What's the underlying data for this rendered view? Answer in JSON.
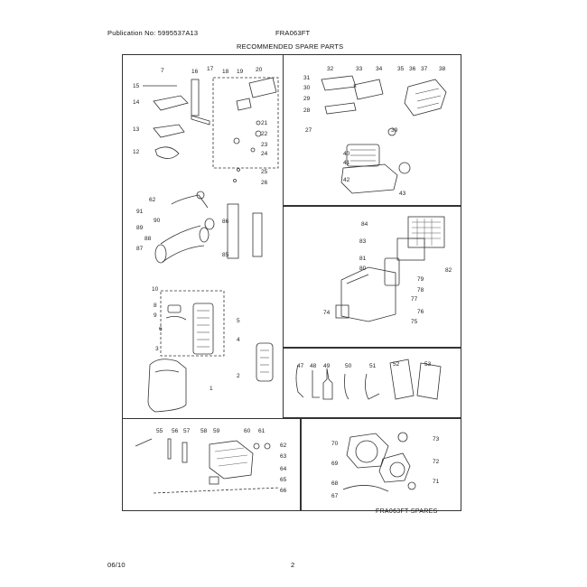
{
  "header": {
    "publication": "Publication No: 5995537A13",
    "model": "FRA063FT",
    "title": "RECOMMENDED SPARE PARTS"
  },
  "footer": {
    "date": "06/10",
    "page": "2",
    "diagram_id": "FRA063FT-SPARES"
  },
  "callouts": {
    "panel_a": [
      "7",
      "15",
      "16",
      "17",
      "18",
      "19",
      "20",
      "14",
      "13",
      "12",
      "21",
      "22",
      "23",
      "24",
      "25",
      "26",
      "62",
      "91",
      "90",
      "89",
      "88",
      "87",
      "85",
      "86"
    ],
    "panel_b": [
      "10",
      "8",
      "9",
      "6",
      "5",
      "4",
      "3",
      "2",
      "1"
    ],
    "panel_c": [
      "31",
      "32",
      "33",
      "34",
      "35",
      "36",
      "37",
      "38",
      "30",
      "29",
      "28",
      "27",
      "39",
      "40",
      "41",
      "42",
      "43"
    ],
    "panel_d": [
      "84",
      "83",
      "82",
      "81",
      "80",
      "79",
      "78",
      "77",
      "76",
      "75",
      "74"
    ],
    "panel_e": [
      "47",
      "48",
      "49",
      "50",
      "51",
      "52",
      "53"
    ],
    "panel_f": [
      "55",
      "56",
      "57",
      "58",
      "59",
      "60",
      "61",
      "62",
      "63",
      "64",
      "65",
      "66"
    ],
    "panel_g": [
      "70",
      "73",
      "69",
      "72",
      "71",
      "68",
      "67"
    ]
  }
}
